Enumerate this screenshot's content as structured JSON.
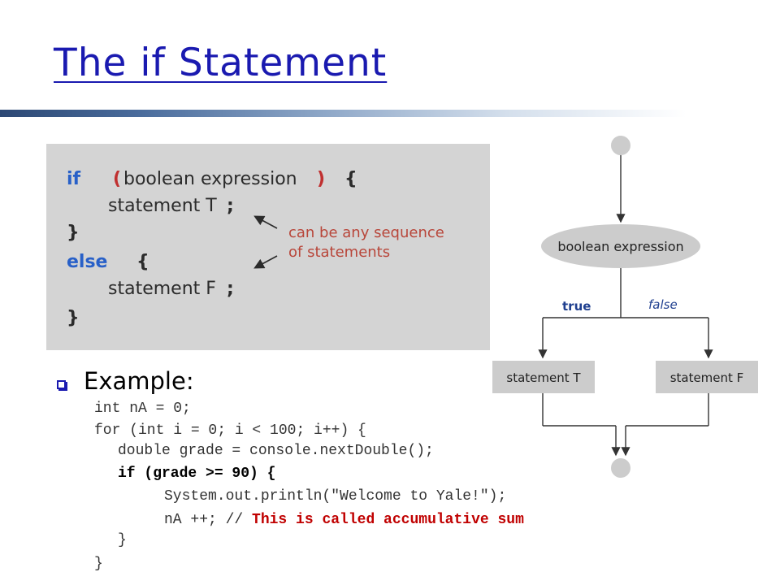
{
  "slide": {
    "title": "The if Statement"
  },
  "syntax_box": {
    "line1": {
      "kw": "if",
      "open_paren": "(",
      "expr": "boolean expression",
      "close_paren": ")",
      "brace": "{"
    },
    "line2": {
      "stmt": "statement T",
      "semi": ";"
    },
    "line3": {
      "brace": "}"
    },
    "line4": {
      "kw": "else",
      "brace": "{"
    },
    "line5": {
      "stmt": "statement F",
      "semi": ";"
    },
    "line6": {
      "brace": "}"
    },
    "note_line1": "can be any sequence",
    "note_line2": "of statements"
  },
  "example": {
    "label": "Example:",
    "code": [
      "int nA = 0;",
      "for (int i = 0; i < 100; i++) {",
      "double grade = console.nextDouble();",
      "if (grade >= 90) {",
      "System.out.println(\"Welcome to Yale!\");",
      "nA ++; // ",
      "This is called accumulative sum",
      "}",
      "}"
    ]
  },
  "flowchart": {
    "condition": "boolean expression",
    "true_label": "true",
    "false_label": "false",
    "true_box": "statement T",
    "false_box": "statement F"
  },
  "colors": {
    "title": "#1a1ab0",
    "keyword": "#2860c8",
    "paren": "#c03030",
    "note": "#b8463a",
    "comment": "#c00000",
    "flow_label": "#1f3f8f",
    "flow_node": "#cccccc"
  }
}
